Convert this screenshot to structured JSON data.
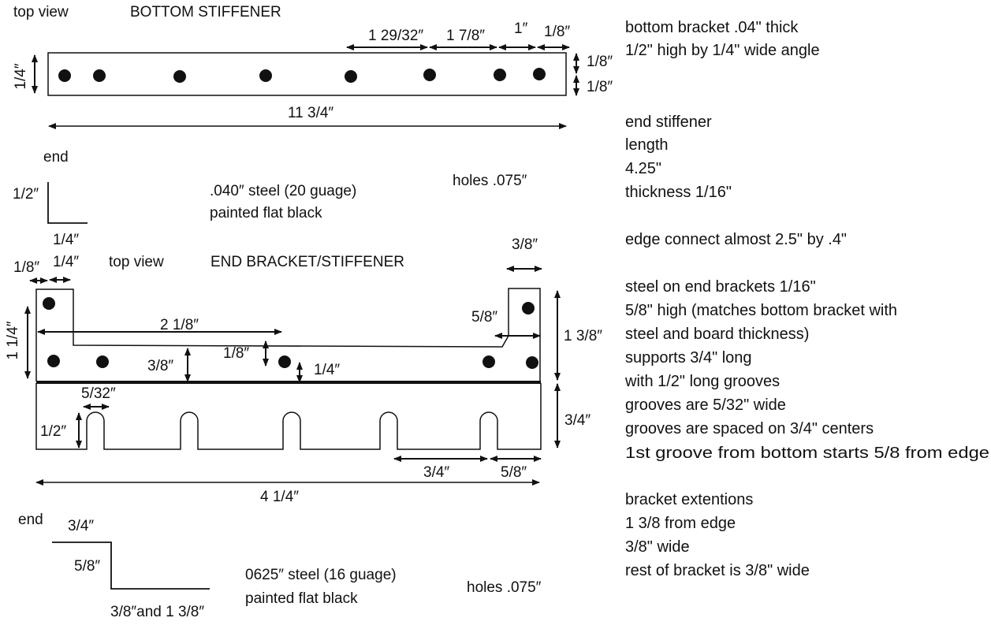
{
  "top_diagram": {
    "view_label": "top view",
    "title": "BOTTOM STIFFENER",
    "dims": {
      "width": "1/4″",
      "seg1": "1 29/32″",
      "seg2": "1 7/8″",
      "seg3": "1″",
      "seg4": "1/8″",
      "edge_top": "1/8″",
      "edge_bottom": "1/8″",
      "length": "11 3/4″"
    },
    "end_label": "end",
    "end_height": "1/2″",
    "end_width": "1/4″",
    "material": ".040″ steel (20 guage)",
    "finish": "painted flat black",
    "holes": "holes .075″"
  },
  "end_bracket": {
    "view_label": "top view",
    "title": "END BRACKET/STIFFENER",
    "dims": {
      "d1_8": "1/8″",
      "d1_4_top": "1/4″",
      "d3_8_top": "3/8″",
      "height_left": "1 1/4″",
      "span_2_1_8": "2 1/8″",
      "d5_8_right": "5/8″",
      "height_right": "1 3/8″",
      "d3_8_mid": "3/8″",
      "d1_8_mid": "1/8″",
      "d1_4_mid": "1/4″",
      "groove_width": "5/32″",
      "groove_depth": "1/2″",
      "lower_height": "3/4″",
      "groove_spacing": "3/4″",
      "groove_edge": "5/8″",
      "overall": "4 1/4″"
    },
    "end_label": "end",
    "end_top": "3/4″",
    "end_height": "5/8″",
    "end_widths": "3/8″and 1 3/8″",
    "material": "0625″ steel (16 guage)",
    "finish": "painted flat black",
    "holes": "holes .075″"
  },
  "notes": [
    "bottom bracket .04\" thick",
    "1/2\" high by 1/4\" wide angle",
    "end stiffener",
    "length",
    "4.25\"",
    "thickness 1/16\"",
    "edge connect almost 2.5\" by .4\"",
    "steel on end brackets 1/16\"",
    "5/8\" high (matches bottom bracket with",
    "steel and board thickness)",
    "supports 3/4\" long",
    "with 1/2\" long grooves",
    "grooves are 5/32\" wide",
    "grooves are spaced on 3/4\" centers",
    "1st groove from bottom starts 5/8 from edge",
    "bracket extentions",
    "1 3/8 from edge",
    "3/8\" wide",
    "rest of bracket is 3/8\" wide"
  ]
}
